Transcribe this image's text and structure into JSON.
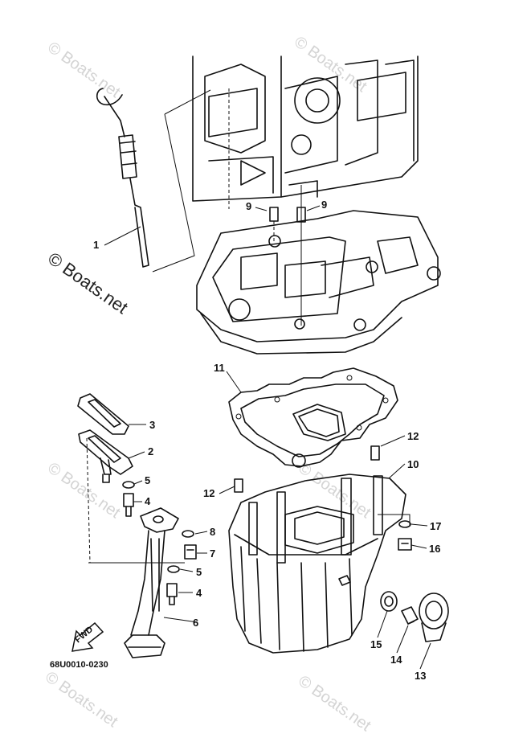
{
  "figure_code": "68U0010-0230",
  "watermark_text": "© Boats.net",
  "fwd_label": "FWD",
  "callouts": {
    "c1": "1",
    "c2": "2",
    "c3": "3",
    "c4a": "4",
    "c4b": "4",
    "c5a": "5",
    "c5b": "5",
    "c6": "6",
    "c7": "7",
    "c8": "8",
    "c9a": "9",
    "c9b": "9",
    "c10": "10",
    "c11": "11",
    "c12a": "12",
    "c12b": "12",
    "c13": "13",
    "c14": "14",
    "c15": "15",
    "c16": "16",
    "c17": "17"
  },
  "colors": {
    "line": "#111111",
    "watermark_light": "#d4d4d4",
    "watermark_dark": "#222222",
    "background": "#ffffff"
  }
}
